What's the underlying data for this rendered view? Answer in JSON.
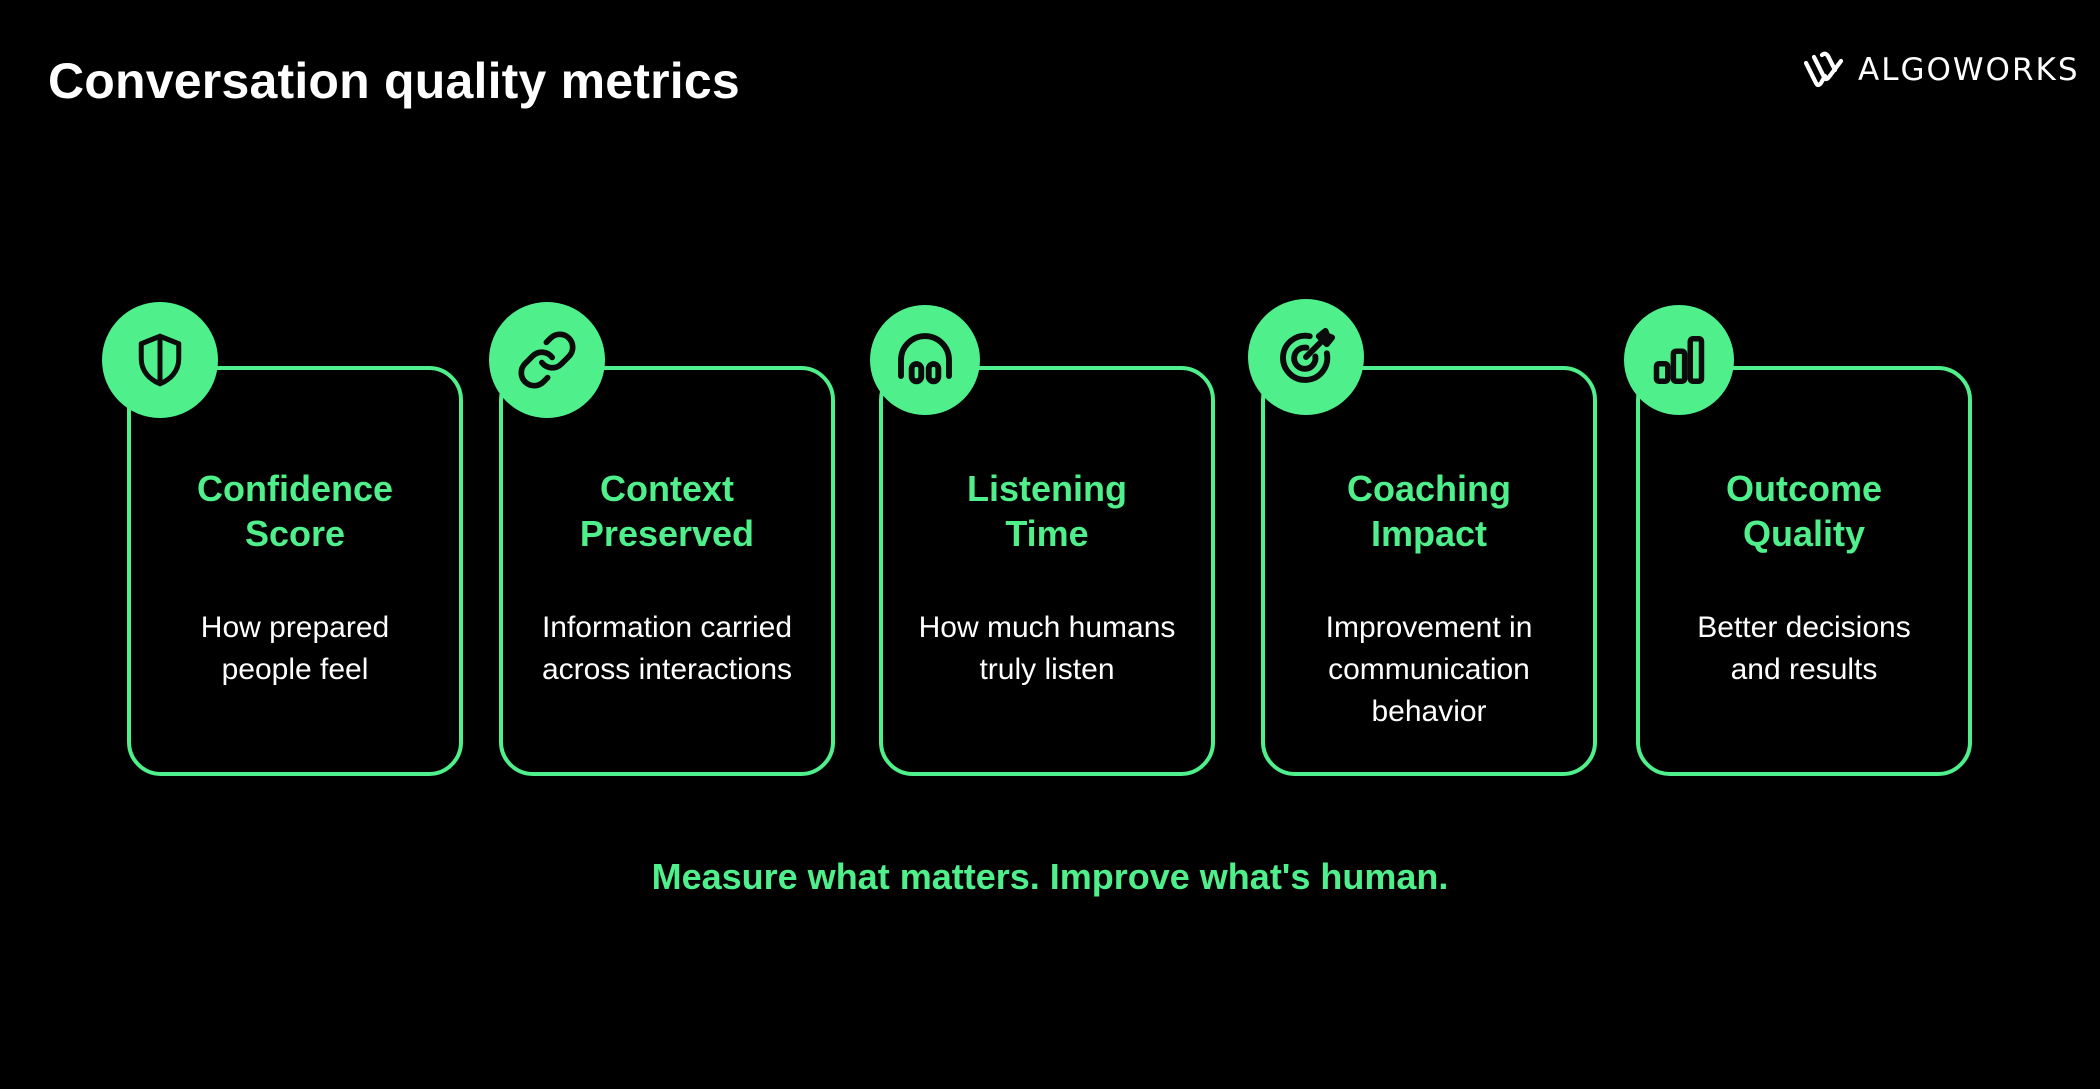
{
  "header": {
    "title": "Conversation quality metrics",
    "brand": "ALGOWORKS",
    "brand_icon": "algoworks-logo-icon"
  },
  "accent_color": "#4ff08c",
  "background_color": "#000000",
  "metrics": [
    {
      "title": "Confidence\nScore",
      "description": "How prepared\npeople feel",
      "icon": "shield-icon"
    },
    {
      "title": "Context\nPreserved",
      "description": "Information carried\nacross interactions",
      "icon": "link-icon"
    },
    {
      "title": "Listening\nTime",
      "description": "How much humans\ntruly listen",
      "icon": "headphones-icon"
    },
    {
      "title": "Coaching\nImpact",
      "description": "Improvement in\ncommunication\nbehavior",
      "icon": "target-icon"
    },
    {
      "title": "Outcome\nQuality",
      "description": "Better decisions\nand results",
      "icon": "bar-chart-icon"
    }
  ],
  "tagline": "Measure what matters. Improve what's human."
}
